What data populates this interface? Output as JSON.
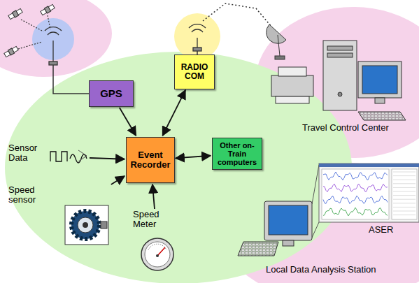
{
  "diagram": {
    "nodes": [
      {
        "text": [
          "GPS"
        ]
      },
      {
        "text": [
          "RADIO COM"
        ]
      },
      {
        "text": [
          "Event Recorder"
        ]
      },
      {
        "text": [
          "Other on-Train computers"
        ]
      },
      {
        "text": [
          "Sensor Data"
        ]
      },
      {
        "text": [
          "Speed sensor"
        ]
      },
      {
        "text": [
          "Speed Meter"
        ]
      }
    ],
    "edges": [
      {
        "from": 0,
        "to": 2,
        "arrow": "to"
      },
      {
        "from": 1,
        "to": 2,
        "arrow": "both"
      },
      {
        "from": 4,
        "to": 2,
        "arrow": "to"
      },
      {
        "from": 2,
        "to": 3,
        "arrow": "both"
      },
      {
        "from": 5,
        "to": 2,
        "arrow": "to"
      },
      {
        "from": 6,
        "to": 2,
        "arrow": "to"
      }
    ],
    "labels": [
      "Travel Control Center",
      "ASER",
      "Local Data Analysis Station"
    ]
  }
}
